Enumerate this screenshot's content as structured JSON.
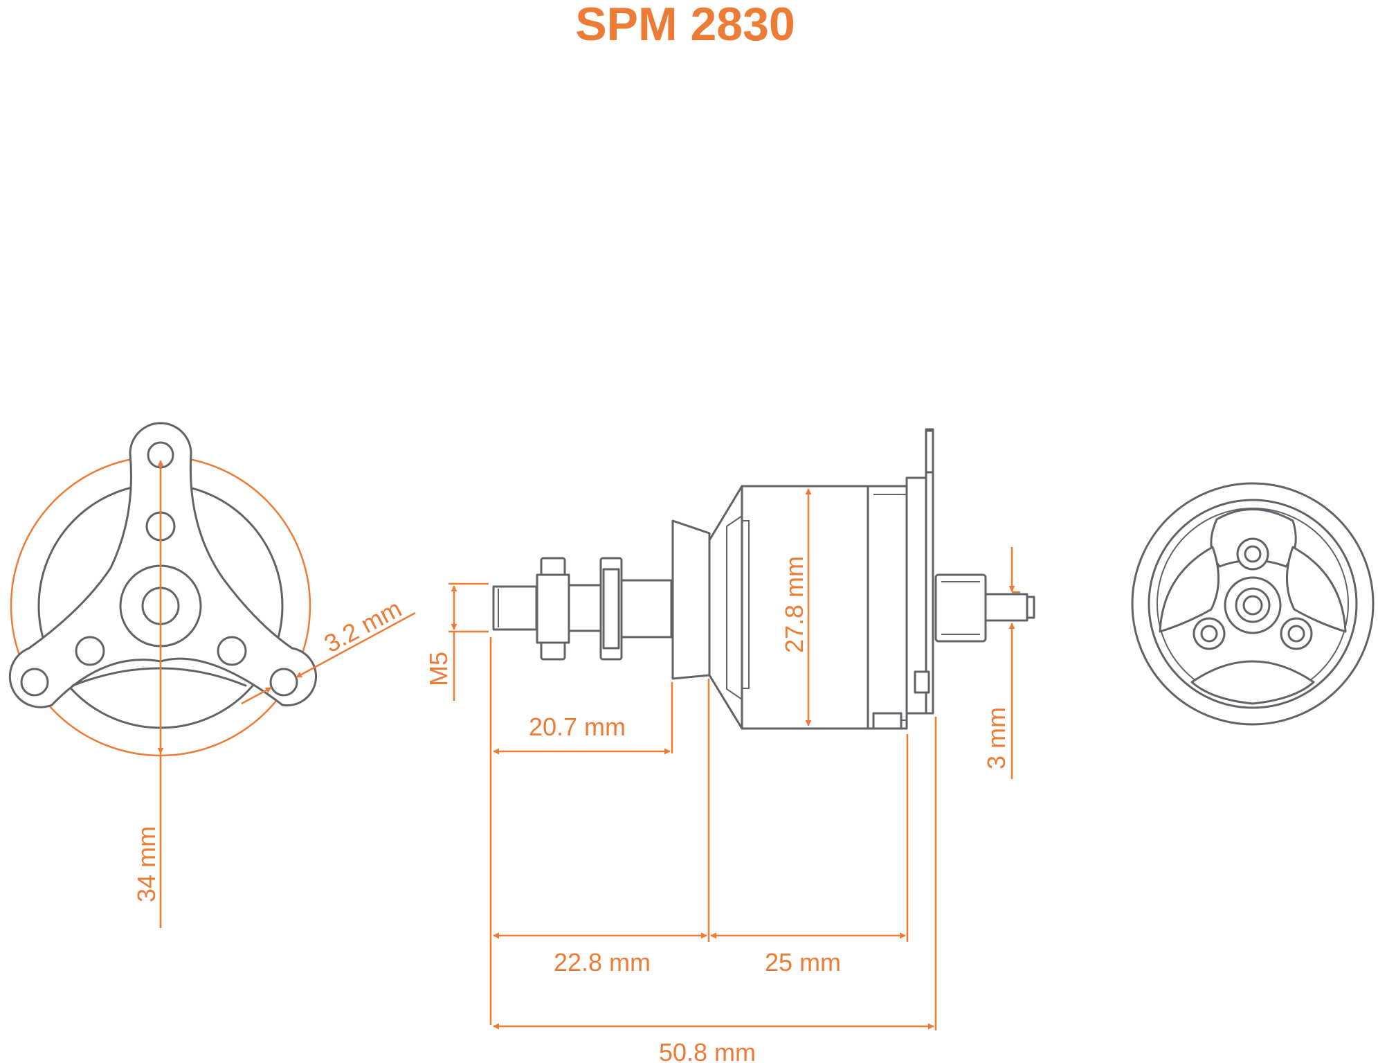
{
  "title": "SPM 2830",
  "colors": {
    "accent": "#ec7b35",
    "line": "#5f6266",
    "background": "#ffffff"
  },
  "dimensions": {
    "mount_diameter": "34 mm",
    "mount_hole": "3.2 mm",
    "shaft_thread": "M5",
    "shaft_length": "20.7 mm",
    "can_diameter": "27.8 mm",
    "front_length": "22.8 mm",
    "body_length": "25 mm",
    "overall_length": "50.8 mm",
    "rear_shaft": "3 mm"
  }
}
